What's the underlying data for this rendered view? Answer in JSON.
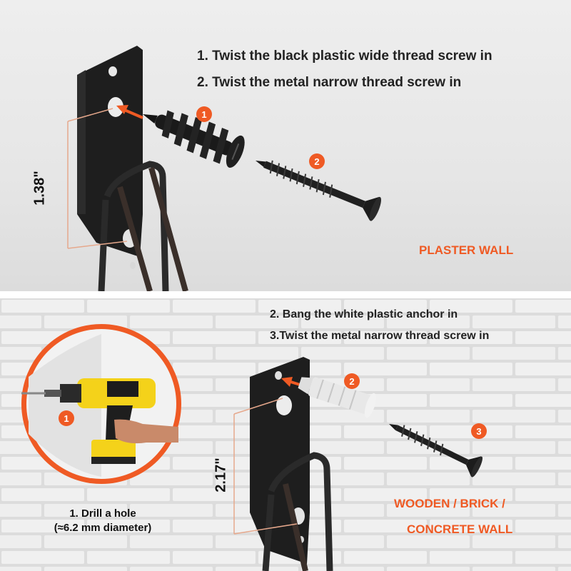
{
  "top_panel": {
    "steps": [
      "1. Twist the black plastic wide thread screw in",
      "2. Twist the metal narrow thread screw in"
    ],
    "dimension": "1.38\"",
    "wall_label": "PLASTER WALL",
    "badges": [
      "1",
      "2"
    ]
  },
  "bottom_panel": {
    "steps": [
      "2. Bang the white plastic anchor in",
      "3.Twist the metal narrow thread screw in"
    ],
    "dimension": "2.17\"",
    "wall_label_lines": [
      "WOODEN / BRICK /",
      "CONCRETE WALL"
    ],
    "drill_caption": [
      "1. Drill a hole",
      "(≈6.2 mm diameter)"
    ],
    "badges": [
      "1",
      "2",
      "3"
    ]
  },
  "colors": {
    "accent": "#ef5a24",
    "bracket": "#1c1c1c",
    "text": "#222222"
  }
}
